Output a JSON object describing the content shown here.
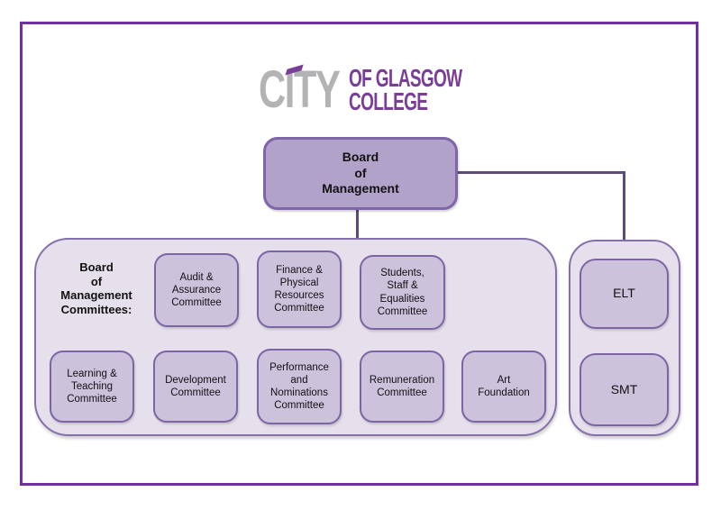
{
  "logo": {
    "city": "CITY",
    "line1": "OF GLASGOW",
    "line2": "COLLEGE",
    "city_color": "#b3b3b5",
    "purple_color": "#7a3e98"
  },
  "board": {
    "label": "Board\nof\nManagement"
  },
  "committees": {
    "heading": "Board\nof\nManagement\nCommittees:",
    "row1": [
      {
        "label": "Audit &\nAssurance\nCommittee"
      },
      {
        "label": "Finance &\nPhysical\nResources\nCommittee"
      },
      {
        "label": "Students,\nStaff &\nEqualities\nCommittee"
      }
    ],
    "row2": [
      {
        "label": "Learning &\nTeaching\nCommittee"
      },
      {
        "label": "Development\nCommittee"
      },
      {
        "label": "Performance\nand\nNominations\nCommittee"
      },
      {
        "label": "Remuneration\nCommittee"
      },
      {
        "label": "Art\nFoundation"
      }
    ]
  },
  "executive": {
    "elt_label": "ELT",
    "smt_label": "SMT"
  },
  "colors": {
    "frame_border": "#7030a0",
    "board_fill": "#b1a2ca",
    "board_border": "#7e66a8",
    "container_fill": "#e5e0eb",
    "container_border": "#8670ac",
    "box_fill": "#ccc2dc",
    "box_border": "#7d64a5",
    "connector": "#5b4a7a"
  }
}
